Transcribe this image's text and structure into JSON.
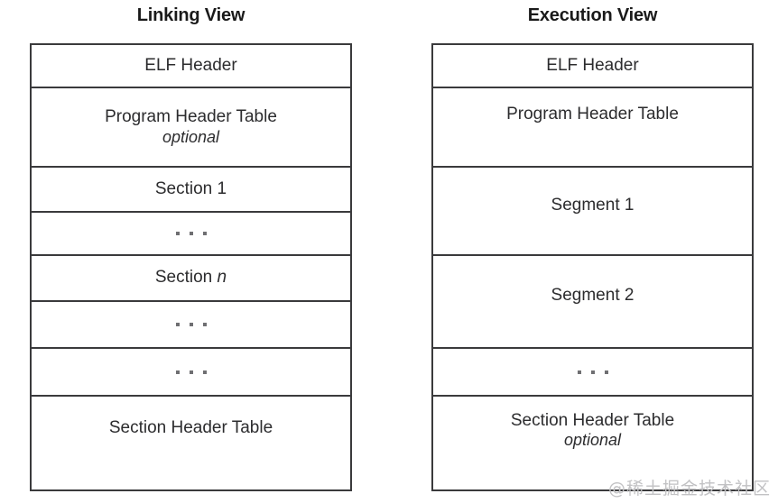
{
  "figure": {
    "background": "#ffffff",
    "border_color": "#3a3a3c",
    "text_color": "#2c2c2e",
    "title_color": "#1a1a1a"
  },
  "columns": [
    {
      "id": "linking",
      "title": "Linking View",
      "rows": [
        {
          "label": "ELF Header",
          "sub": "",
          "kind": "text"
        },
        {
          "label": "Program Header Table",
          "sub": "optional",
          "kind": "text"
        },
        {
          "label": "Section 1",
          "sub": "",
          "kind": "text"
        },
        {
          "label": ". . .",
          "sub": "",
          "kind": "dots"
        },
        {
          "label": "Section n",
          "sub": "",
          "kind": "text-italic-tail",
          "plain": "Section ",
          "italic": "n"
        },
        {
          "label": ". . .",
          "sub": "",
          "kind": "dots"
        },
        {
          "label": ". . .",
          "sub": "",
          "kind": "dots"
        },
        {
          "label": "Section Header Table",
          "sub": "",
          "kind": "text"
        }
      ]
    },
    {
      "id": "execution",
      "title": "Execution View",
      "rows": [
        {
          "label": "ELF Header",
          "sub": "",
          "kind": "text"
        },
        {
          "label": "Program Header Table",
          "sub": "",
          "kind": "text"
        },
        {
          "label": "Segment 1",
          "sub": "",
          "kind": "text"
        },
        {
          "label": "Segment 2",
          "sub": "",
          "kind": "text"
        },
        {
          "label": ". . .",
          "sub": "",
          "kind": "dots"
        },
        {
          "label": "Section Header Table",
          "sub": "optional",
          "kind": "text"
        }
      ]
    }
  ],
  "watermark": {
    "text": "@稀土掘金技术社区"
  }
}
